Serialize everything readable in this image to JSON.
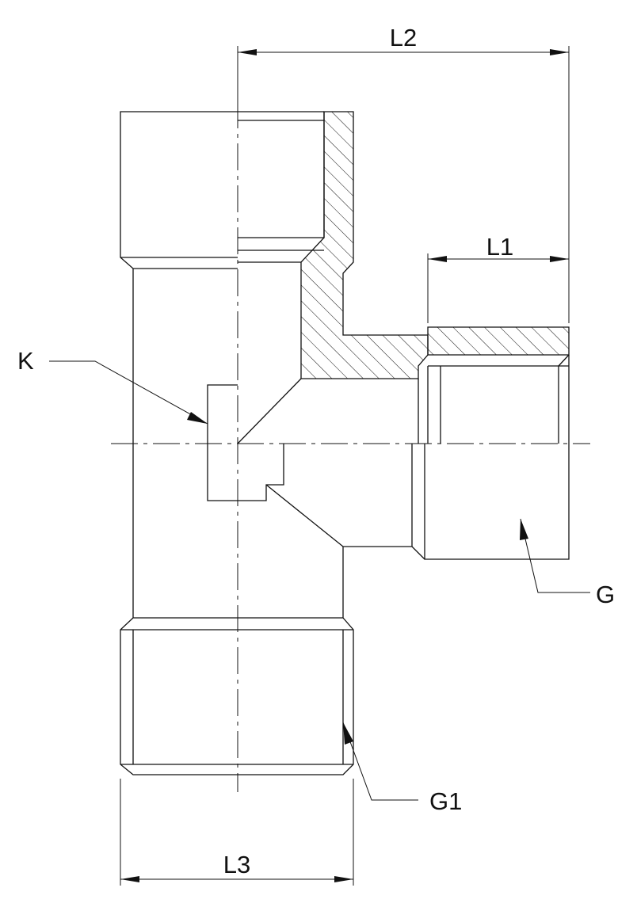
{
  "labels": {
    "l1": "L1",
    "l2": "L2",
    "l3": "L3",
    "k": "K",
    "g": "G",
    "g1": "G1"
  }
}
